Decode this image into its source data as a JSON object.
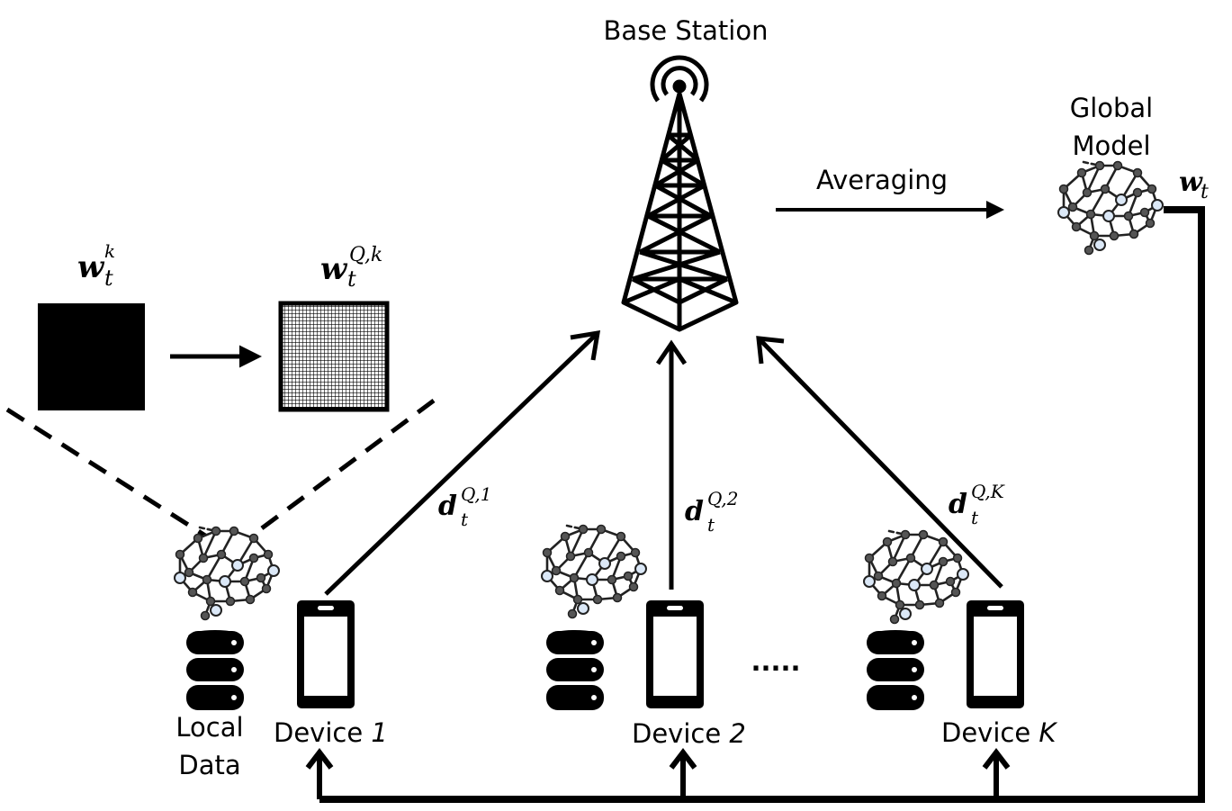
{
  "labels": {
    "base_station": "Base Station",
    "global_model_line1": "Global",
    "global_model_line2": "Model",
    "averaging": "Averaging",
    "local_data_line1": "Local",
    "local_data_line2": "Data",
    "device_word": "Device",
    "device1_index": "1",
    "device2_index": "2",
    "deviceK_index": "K",
    "ellipsis": "....."
  },
  "math": {
    "w_global": {
      "base": "w",
      "sub": "t"
    },
    "w_local": {
      "base": "w",
      "sub": "t",
      "sup": "k"
    },
    "w_quant": {
      "base": "w",
      "sub": "t",
      "sup": "Q,k"
    },
    "d1": {
      "base": "d",
      "sub": "t",
      "sup": "Q,1"
    },
    "d2": {
      "base": "d",
      "sub": "t",
      "sup": "Q,2"
    },
    "dK": {
      "base": "d",
      "sub": "t",
      "sup": "Q,K"
    }
  },
  "colors": {
    "stroke": "#000000",
    "node_dark": "#555555",
    "node_light": "#dbe8f7"
  },
  "icons": [
    "tower-icon",
    "brain-network-icon",
    "database-icon",
    "smartphone-icon",
    "quantized-grid-icon"
  ]
}
